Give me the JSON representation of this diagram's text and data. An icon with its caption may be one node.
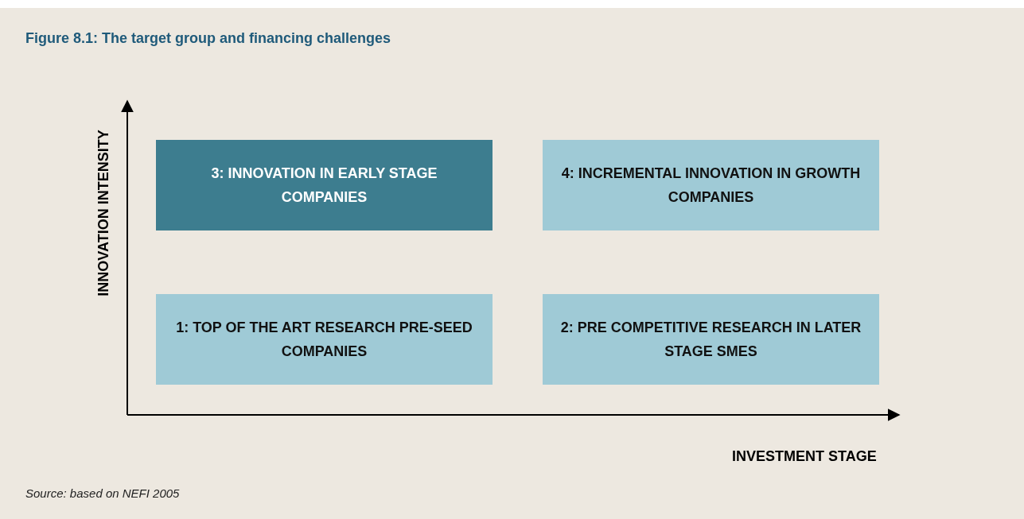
{
  "diagram": {
    "title": "Figure 8.1: The target group and financing challenges",
    "nodes": [
      {
        "text": [
          "3: INNOVATION IN EARLY STAGE COMPANIES"
        ]
      },
      {
        "text": [
          "4: INCREMENTAL INNOVATION IN GROWTH COMPANIES"
        ]
      },
      {
        "text": [
          "1:  TOP OF THE ART RESEARCH PRE-SEED COMPANIES"
        ]
      },
      {
        "text": [
          "2: PRE COMPETITIVE RESEARCH IN LATER STAGE SMES"
        ]
      }
    ],
    "edges": [],
    "labels": [
      "INNOVATION INTENSITY",
      "INVESTMENT STAGE"
    ],
    "caption": "Source: based on NEFI 2005"
  }
}
